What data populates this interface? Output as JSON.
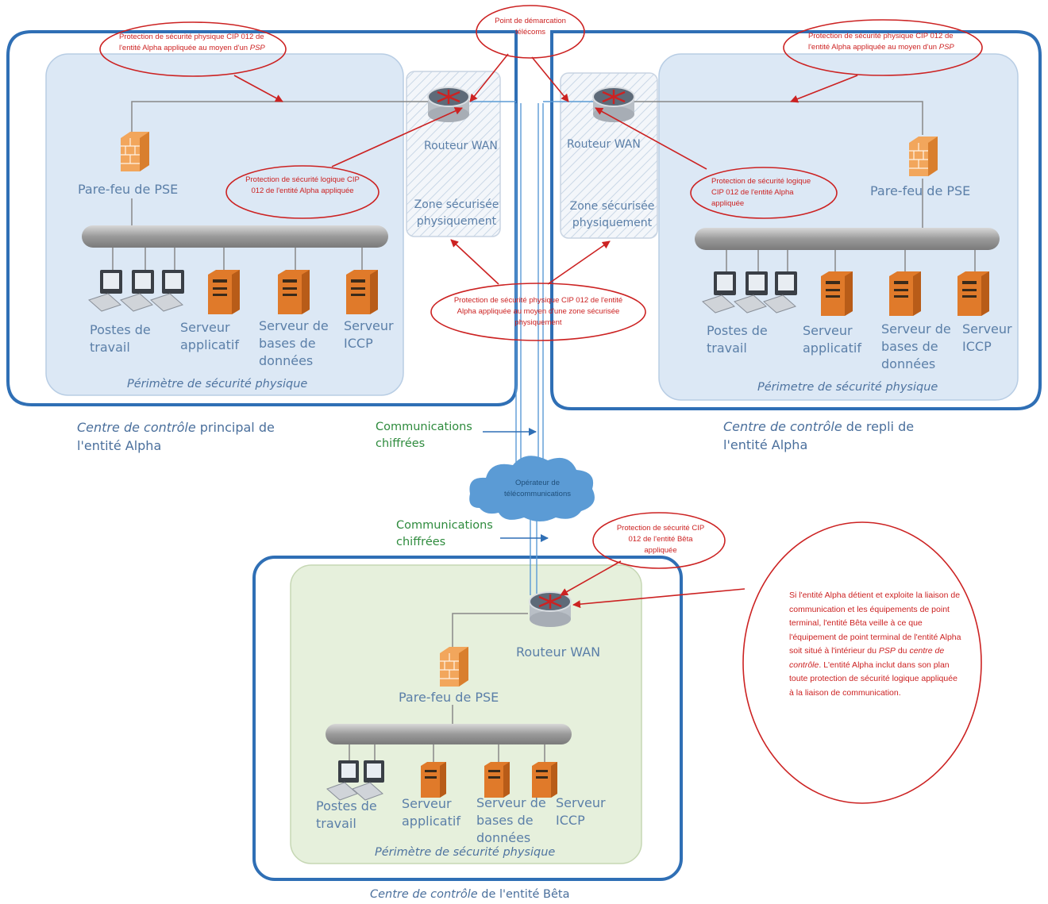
{
  "left_center": {
    "firewall": "Pare-feu de PSE",
    "router": "Routeur WAN",
    "zone": "Zone sécurisée physiquement",
    "workstations": "Postes de travail",
    "app_server": "Serveur applicatif",
    "db_server": "Serveur de bases de données",
    "iccp_server": "Serveur ICCP",
    "perimeter": "Périmètre de sécurité physique",
    "caption_italic": "Centre de contrôle",
    "caption_rest": " principal de l'entité Alpha"
  },
  "right_center": {
    "firewall": "Pare-feu de PSE",
    "router": "Routeur WAN",
    "zone": "Zone sécurisée physiquement",
    "workstations": "Postes de travail",
    "app_server": "Serveur applicatif",
    "db_server": "Serveur de bases de données",
    "iccp_server": "Serveur ICCP",
    "perimeter": "Périmetre de sécurité physique",
    "caption_italic": "Centre de contrôle",
    "caption_rest": " de repli de l'entité Alpha"
  },
  "bottom_center": {
    "firewall": "Pare-feu de PSE",
    "router": "Routeur WAN",
    "workstations": "Postes de travail",
    "app_server": "Serveur applicatif",
    "db_server": "Serveur de bases de données",
    "iccp_server": "Serveur ICCP",
    "perimeter": "Périmètre de sécurité physique",
    "caption_italic": "Centre de contrôle",
    "caption_rest": " de l'entité Bêta"
  },
  "links": {
    "encrypted_top": "Communications chiffrées",
    "encrypted_bottom": "Communications chiffrées",
    "telecom_operator": "Opérateur de télécommunications"
  },
  "callouts": {
    "demarcation": "Point de démarcation télécoms",
    "left_physical_pre": "Protection de sécurité physique CIP 012 de l'entité Alpha appliquée au moyen d'un ",
    "left_physical_psp": "PSP",
    "right_physical_pre": "Protection de sécurité physique CIP 012 de l'entité Alpha appliquée au moyen d'un ",
    "right_physical_psp": "PSP",
    "left_logical": "Protection de sécurité logique CIP 012 de l'entité Alpha appliquée",
    "right_logical": "Protection de sécurité logique CIP 012 de l'entité Alpha appliquée",
    "zone_protection": "Protection de sécurité physique CIP 012 de l'entité Alpha appliquée au moyen d'une zone sécurisée physiquement",
    "beta_protection": "Protection de sécurité CIP 012 de l'entité Bêta appliquée",
    "big_note_1": "Si l'entité Alpha détient et exploite la liaison de communication et les équipements de point terminal, l'entité Bêta veille à ce que l'équipement de point terminal de l'entité Alpha soit situé à l'intérieur du ",
    "big_note_psp": "PSP",
    "big_note_2": " du ",
    "big_note_cc": "centre de contrôle",
    "big_note_3": ". L'entité Alpha inclut dans son plan toute protection de sécurité logique appliquée à la liaison de communication."
  },
  "colors": {
    "frame": "#2f6fb5",
    "perimeter_blue": "#dce8f5",
    "perimeter_green": "#e6f0dc",
    "callout_red": "#cc2222",
    "label_blue": "#5b7fa8",
    "server_orange": "#e07a2a",
    "cloud": "#5b9bd5"
  }
}
